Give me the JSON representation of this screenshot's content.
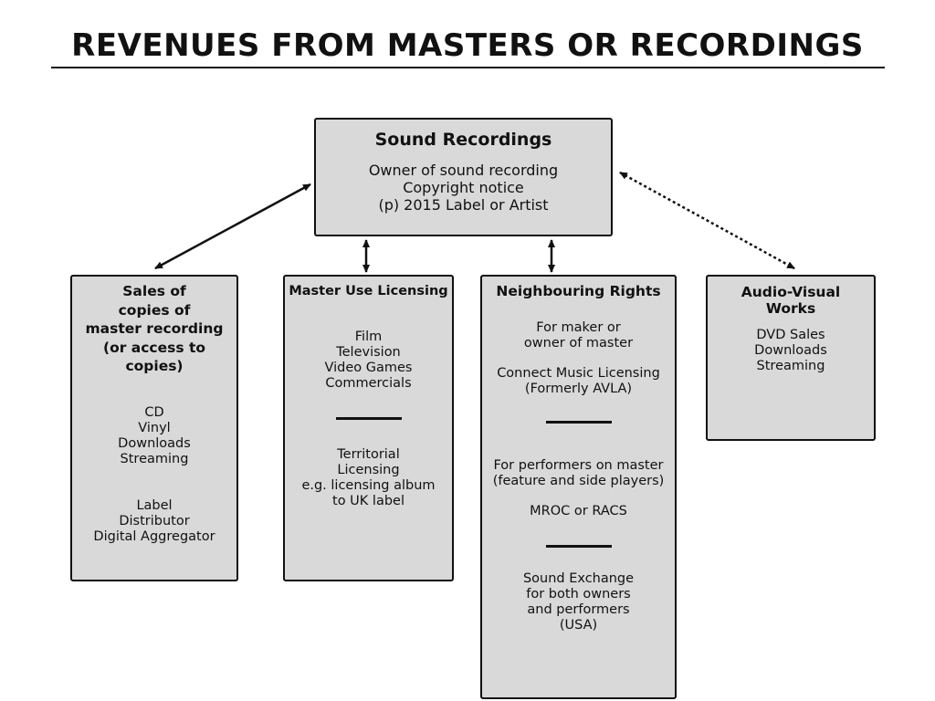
{
  "title": "REVENUES FROM MASTERS OR RECORDINGS",
  "root": {
    "heading": "Sound Recordings",
    "lines": [
      "Owner of sound recording",
      "Copyright notice",
      "(p) 2015 Label or Artist"
    ]
  },
  "sales": {
    "heading": [
      "Sales of",
      "copies of",
      "master recording",
      "(or access to copies)"
    ],
    "formats": [
      "CD",
      "Vinyl",
      "Downloads",
      "Streaming"
    ],
    "parties": [
      "Label",
      "Distributor",
      "Digital Aggregator"
    ]
  },
  "master_use": {
    "heading": "Master Use Licensing",
    "uses": [
      "Film",
      "Television",
      "Video Games",
      "Commercials"
    ],
    "territorial": [
      "Territorial",
      "Licensing",
      "e.g. licensing album",
      "to UK label"
    ]
  },
  "neighbouring": {
    "heading": "Neighbouring Rights",
    "makers": [
      "For maker or",
      "owner of master"
    ],
    "makers_org": [
      "Connect Music Licensing",
      "(Formerly AVLA)"
    ],
    "performers": [
      "For performers on master",
      "(feature and side players)"
    ],
    "performers_org": [
      "MROC or RACS"
    ],
    "both": [
      "Sound Exchange",
      "for both owners",
      "and performers",
      "(USA)"
    ]
  },
  "audio_visual": {
    "heading": [
      "Audio-Visual",
      "Works"
    ],
    "items": [
      "DVD Sales",
      "Downloads",
      "Streaming"
    ]
  }
}
